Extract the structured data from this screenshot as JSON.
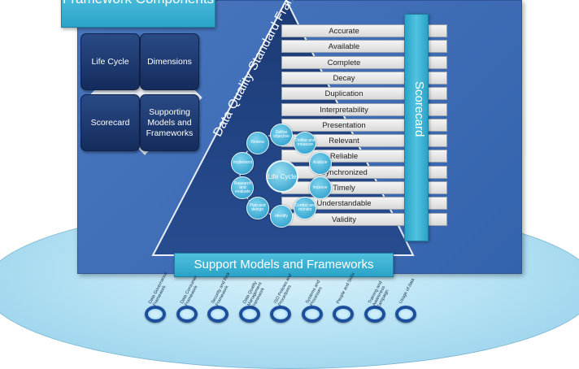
{
  "title": "Framework Components",
  "components": {
    "life_cycle": "Life Cycle",
    "dimensions": "Dimensions",
    "scorecard": "Scorecard",
    "supporting": "Supporting Models and Frameworks"
  },
  "framework_label": "Data Quality Standard Framework",
  "dimensions": [
    "Accurate",
    "Available",
    "Complete",
    "Decay",
    "Duplication",
    "Interpretability",
    "Presentation",
    "Relevant",
    "Reliable",
    "Synchronized",
    "Timely",
    "Understandable",
    "Validity"
  ],
  "scorecard_label": "Scorecard",
  "life_cycle": {
    "center": "Life Cycle",
    "nodes": [
      "Define objective",
      "Define and measure",
      "Analyze",
      "Improve",
      "Control and monitor",
      "Identify",
      "Plan and design",
      "Research and evaluate",
      "Implement",
      "Review"
    ]
  },
  "support_label": "Support Models and Frameworks",
  "support_items": [
    "Data Governance Framework",
    "Data Consumer Framework",
    "Security and Risk Framework",
    "Data Quality Management Framework",
    "ISO Policies and Procedures",
    "Systems and Processes",
    "People and Skills",
    "Training and Awareness Campaign",
    "Usage of data"
  ],
  "colors": {
    "panel": "#3d6cb5",
    "accent": "#2aa3c8",
    "dark_box": "#1b3568",
    "ring": "#1c4e9c"
  }
}
